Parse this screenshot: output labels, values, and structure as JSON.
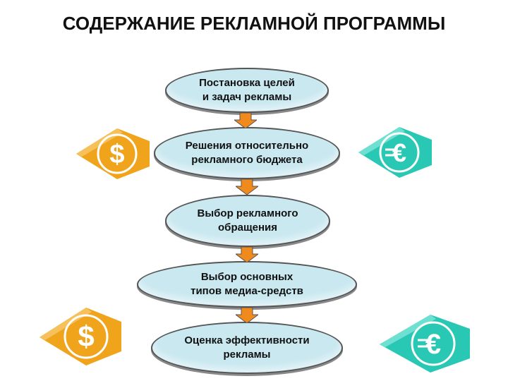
{
  "title": "СОДЕРЖАНИЕ РЕКЛАМНОЙ ПРОГРАММЫ",
  "steps": [
    {
      "label": "Постановка целей\nи задач рекламы"
    },
    {
      "label": "Решения относительно\nрекламного бюджета"
    },
    {
      "label": "Выбор рекламного\nобращения"
    },
    {
      "label": "Выбор основных\nтипов медиа-средств"
    },
    {
      "label": "Оценка эффективности\nрекламы"
    }
  ],
  "colors": {
    "node_fill": "#c9e8f0",
    "arrow": "#f08a1c",
    "dollar": "#f0a41c",
    "euro": "#28c8b4"
  },
  "icons": [
    "dollar-icon",
    "euro-icon",
    "dollar-icon",
    "euro-icon"
  ]
}
